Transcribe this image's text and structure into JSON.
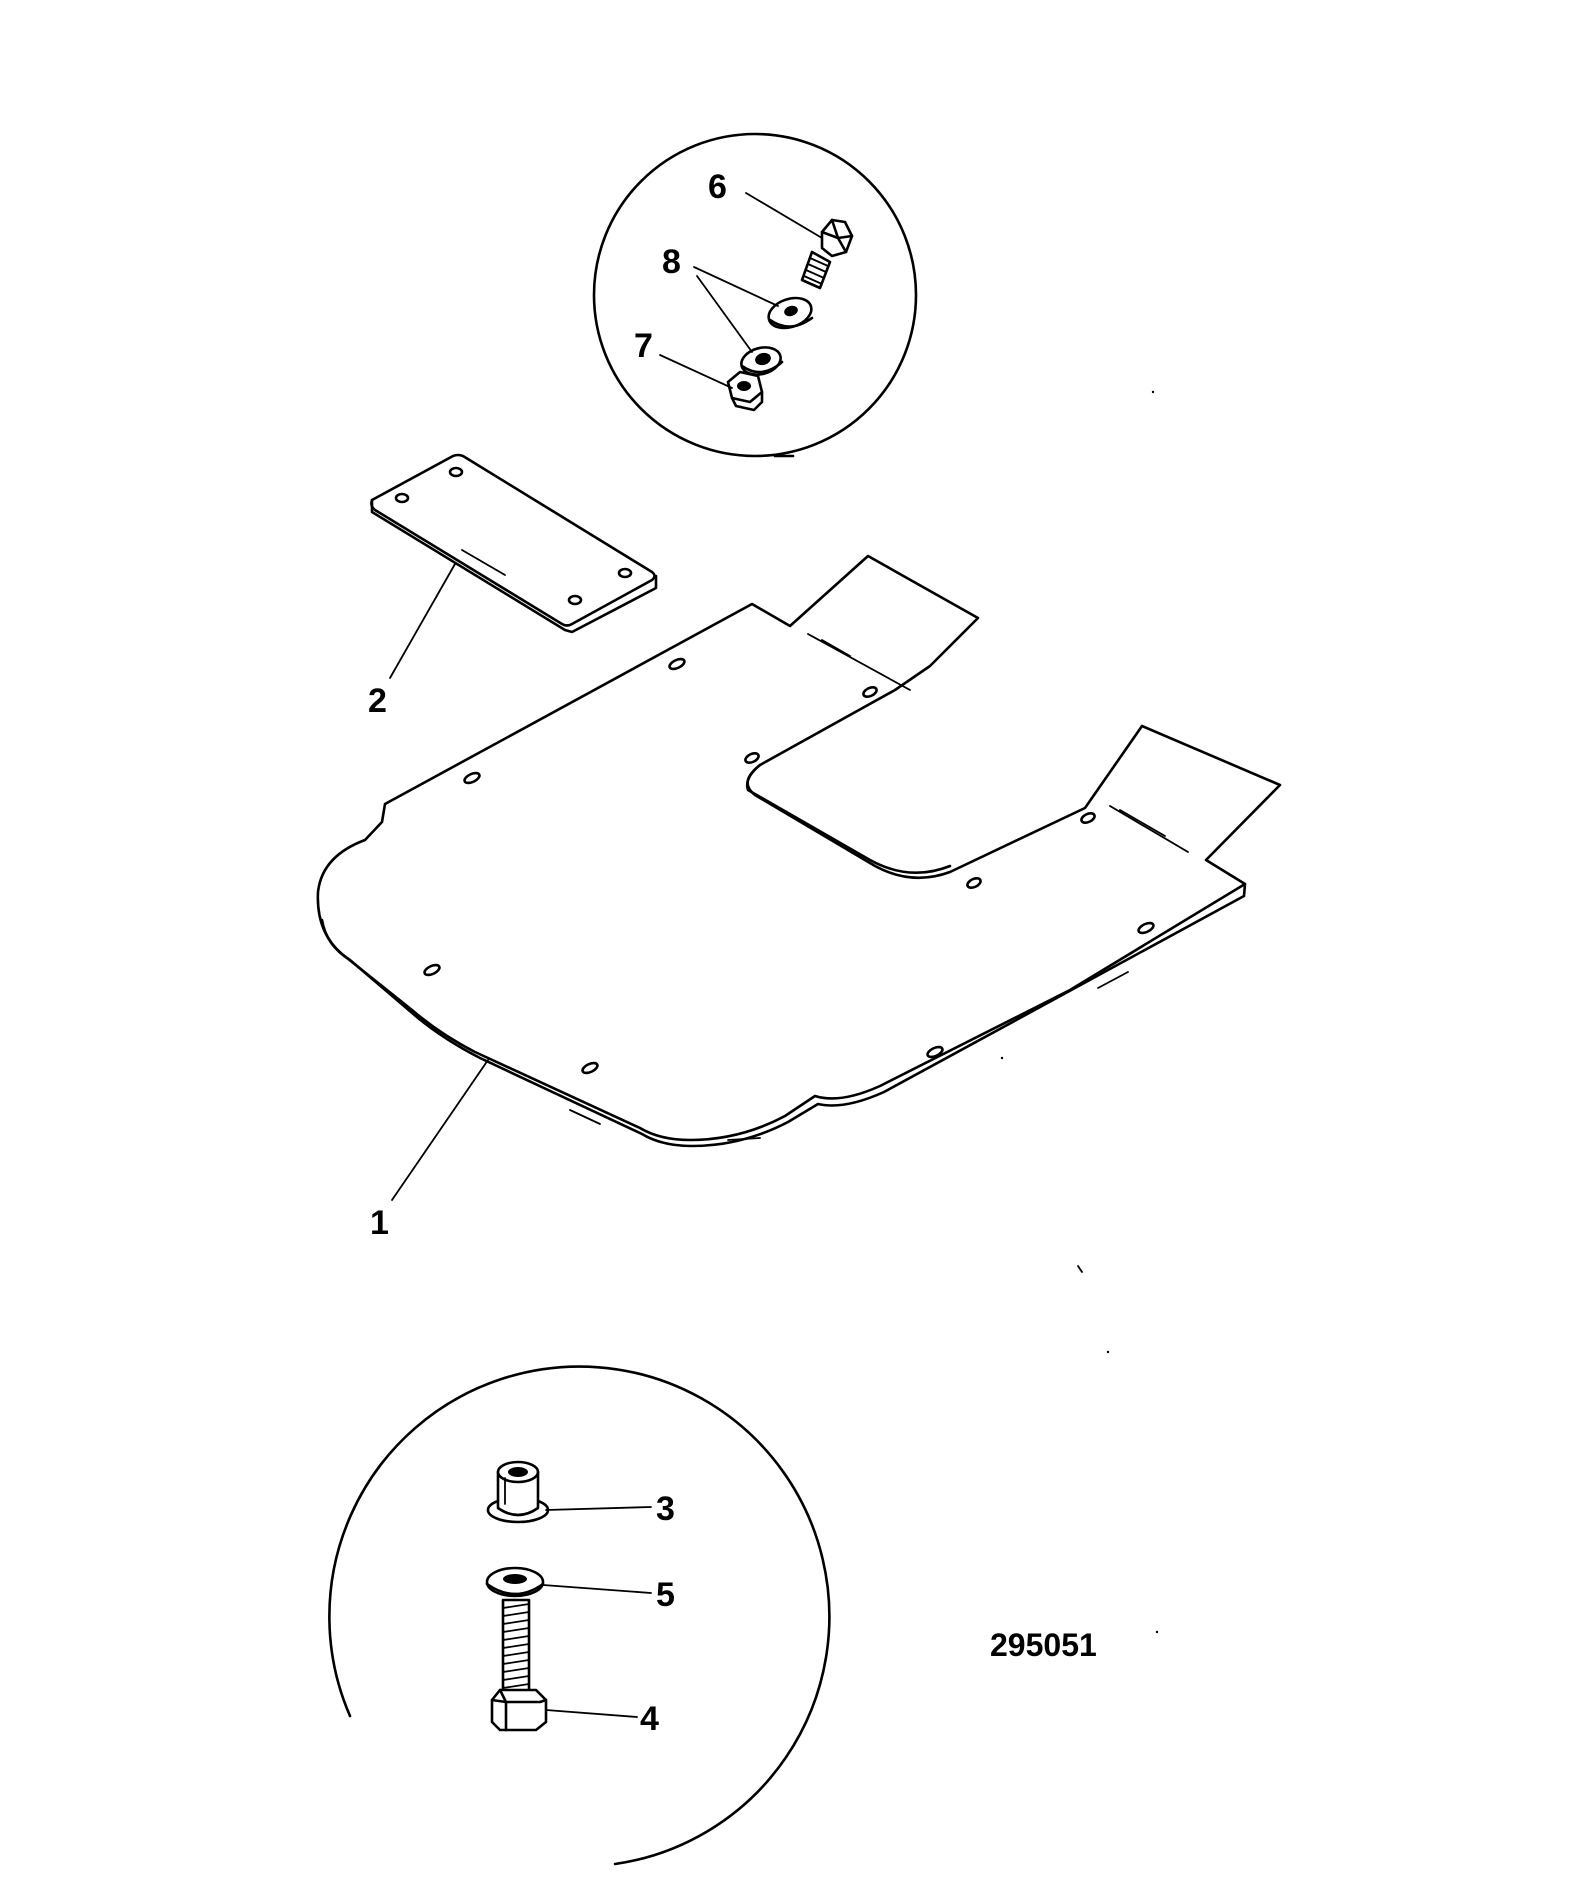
{
  "diagram": {
    "reference_number": "295051",
    "callouts": [
      {
        "id": "1",
        "label": "1"
      },
      {
        "id": "2",
        "label": "2"
      },
      {
        "id": "3",
        "label": "3"
      },
      {
        "id": "4",
        "label": "4"
      },
      {
        "id": "5",
        "label": "5"
      },
      {
        "id": "6",
        "label": "6"
      },
      {
        "id": "7",
        "label": "7"
      },
      {
        "id": "8",
        "label": "8"
      }
    ]
  }
}
